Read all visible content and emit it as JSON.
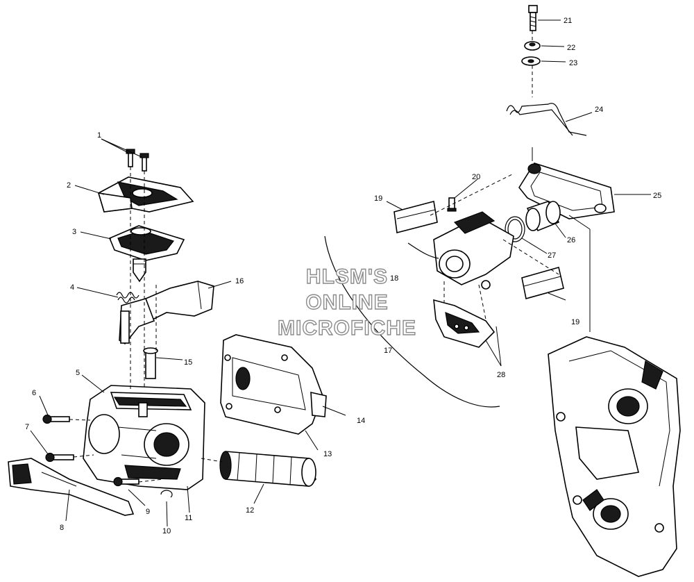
{
  "watermark": {
    "line1": "HLSM'S",
    "line2": "ONLINE",
    "line3": "MICROFICHE"
  },
  "callouts": {
    "c1": "1",
    "c2": "2",
    "c3": "3",
    "c4": "4",
    "c5": "5",
    "c6": "6",
    "c7": "7",
    "c8": "8",
    "c9": "9",
    "c10": "10",
    "c11": "11",
    "c12": "12",
    "c13": "13",
    "c14": "14",
    "c15": "15",
    "c16": "16",
    "c17": "17",
    "c18": "18",
    "c19a": "19",
    "c19b": "19",
    "c20": "20",
    "c21": "21",
    "c22": "22",
    "c23": "23",
    "c24": "24",
    "c25": "25",
    "c26": "26",
    "c27": "27",
    "c28": "28"
  }
}
